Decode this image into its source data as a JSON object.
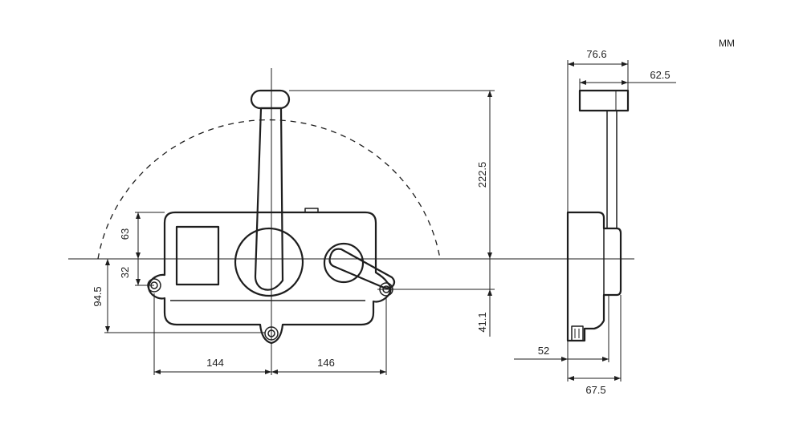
{
  "units": "MM",
  "dimensions": {
    "front_height_above_center": "63",
    "front_height_below_center": "32",
    "front_mount_to_bottom_hole": "94.5",
    "front_width_left": "144",
    "front_width_right": "146",
    "lever_reach_above_center": "222.5",
    "lever_center_to_mount": "41.1",
    "side_overall_depth": "76.6",
    "side_handle_depth": "62.5",
    "side_base_to_face": "52",
    "side_body_depth": "67.5"
  }
}
